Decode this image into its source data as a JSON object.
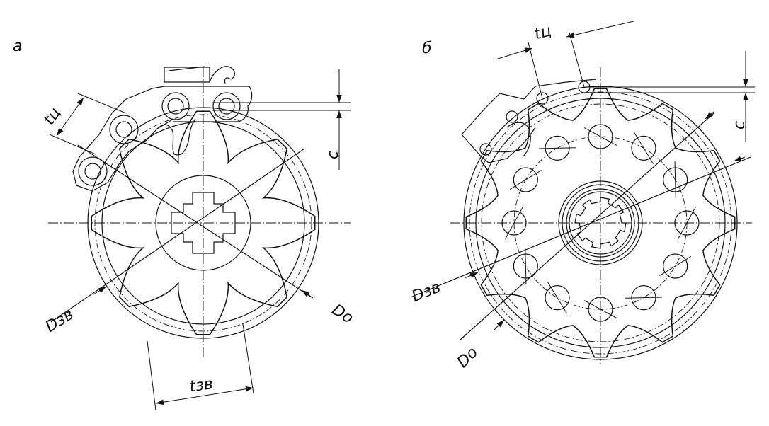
{
  "panels": [
    {
      "id": "a",
      "label": "а",
      "dims": {
        "chain_pitch": "tц",
        "sprocket_pitch": "tзв",
        "clearance": "c",
        "outer_diameter": "Dзв",
        "pitch_diameter": "Dо"
      },
      "teeth": 8
    },
    {
      "id": "b",
      "label": "б",
      "dims": {
        "chain_pitch": "tц",
        "clearance": "c",
        "outer_diameter": "Dзв",
        "pitch_diameter": "Dо"
      },
      "teeth": 12
    }
  ],
  "colors": {
    "line": "#111111",
    "background": "#ffffff"
  }
}
